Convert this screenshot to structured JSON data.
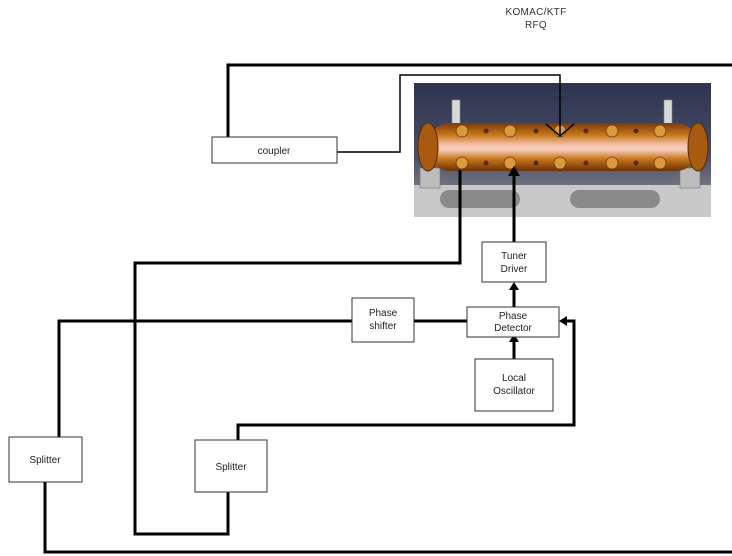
{
  "title": {
    "line1": "KOMAC/KTF",
    "line2": "RFQ"
  },
  "blocks": {
    "coupler": "coupler",
    "tuner_driver": [
      "Tuner",
      "Driver"
    ],
    "phase_shifter": [
      "Phase",
      "shifter"
    ],
    "phase_detector": [
      "Phase",
      "Detector"
    ],
    "local_oscillator": [
      "Local",
      "Oscillator"
    ],
    "splitter_left": "Splitter",
    "splitter_right": "Splitter"
  },
  "colors": {
    "wire": "#000000",
    "box_stroke": "#333333",
    "cavity_copper": "#c8761c",
    "cavity_glow": "#f4b8a0",
    "photo_background": "#3a4057"
  }
}
